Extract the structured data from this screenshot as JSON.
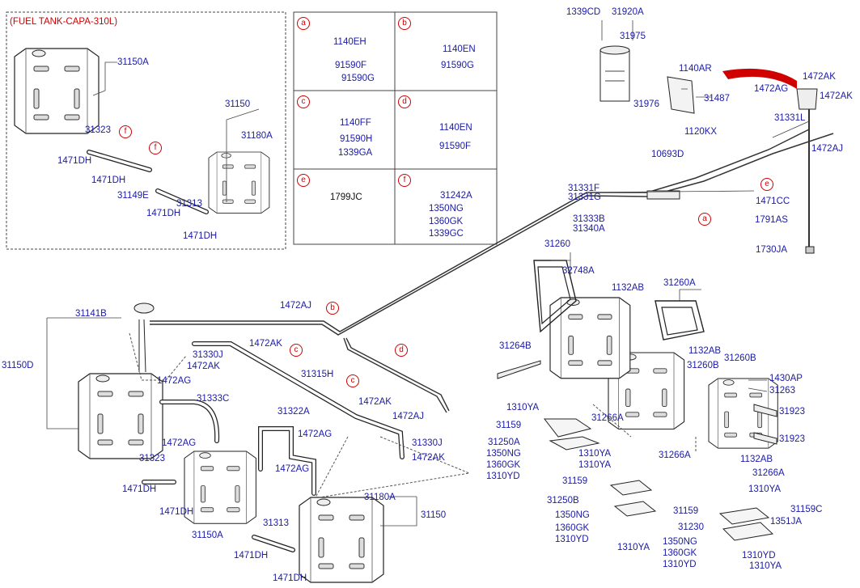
{
  "title": "(FUEL TANK-CAPA-310L)",
  "legend": {
    "a": [
      "1140EH",
      "91590F",
      "91590G"
    ],
    "b": [
      "1140EN",
      "91590G"
    ],
    "c": [
      "1140FF",
      "91590H",
      "1339GA"
    ],
    "d": [
      "1140EN",
      "91590F"
    ],
    "e": [
      "1799JC"
    ],
    "f": [
      "31242A",
      "1350NG",
      "1360GK",
      "1339GC"
    ]
  },
  "part_labels": [
    "31150A",
    "31323",
    "1471DH",
    "1471DH",
    "31149E",
    "1471DH",
    "1471DH",
    "31313",
    "31150",
    "31180A",
    "1339CD",
    "31920A",
    "31975",
    "31976",
    "1140AR",
    "31487",
    "1120KX",
    "1472AK",
    "1472AG",
    "1472AK",
    "31331L",
    "1472AJ",
    "10693D",
    "31331F",
    "31331G",
    "31333B",
    "31340A",
    "1471CC",
    "1791AS",
    "1730JA",
    "31141B",
    "31150D",
    "1472AJ",
    "31330J",
    "1472AK",
    "1472AK",
    "31315H",
    "1472AG",
    "31333C",
    "1472AK",
    "1472AJ",
    "31322A",
    "1472AG",
    "31330J",
    "1472AG",
    "1472AG",
    "1472AK",
    "31323",
    "1471DH",
    "1471DH",
    "31150A",
    "31313",
    "1471DH",
    "1471DH",
    "31180A",
    "31150",
    "31260",
    "32748A",
    "1132AB",
    "31260A",
    "31264B",
    "1132AB",
    "31260B",
    "31260B",
    "1430AP",
    "31263",
    "31923",
    "31923",
    "1310YA",
    "31266A",
    "31159",
    "31250A",
    "1350NG",
    "1360GK",
    "1310YD",
    "1310YA",
    "1310YA",
    "31266A",
    "1132AB",
    "31266A",
    "31159",
    "1310YA",
    "31250B",
    "1350NG",
    "1360GK",
    "1310YD",
    "1310YA",
    "31159",
    "31159C",
    "31230",
    "1351JA",
    "1350NG",
    "1360GK",
    "1310YD",
    "1310YD",
    "1310YA"
  ]
}
